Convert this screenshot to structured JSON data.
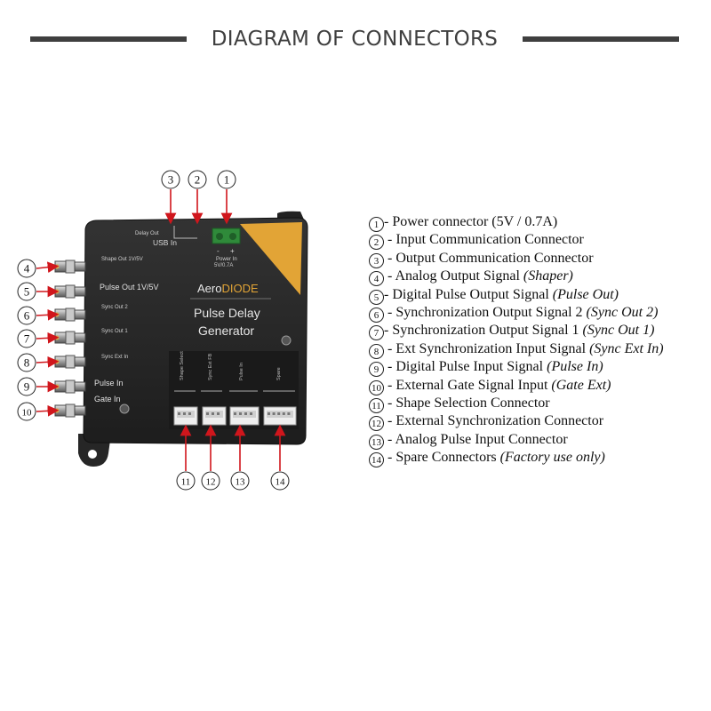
{
  "header": {
    "title": "DIAGRAM OF CONNECTORS"
  },
  "device": {
    "brand_left": "Aero",
    "brand_right": "DIODE",
    "title_line1": "Pulse Delay",
    "title_line2": "Generator",
    "top_labels": {
      "delay_out": "Delay Out",
      "usb_in": "USB In",
      "power_in_line1": "Power In",
      "power_in_line2": "5V/0.7A",
      "minus": "-",
      "plus": "+"
    },
    "side_labels": [
      "Shape Out 1V/5V",
      "Pulse Out 1V/5V",
      "Sync Out 2",
      "Sync Out 1",
      "Sync Ext In",
      "Pulse In",
      "Gate In"
    ],
    "bottom_labels": [
      "Shape Select",
      "Sync Ext FB",
      "Pulse In",
      "Spare"
    ]
  },
  "callouts": [
    "1",
    "2",
    "3",
    "4",
    "5",
    "6",
    "7",
    "8",
    "9",
    "10",
    "11",
    "12",
    "13",
    "14"
  ],
  "legend": [
    {
      "num": "1",
      "text": "- Power connector (5V / 0.7A)",
      "italic": ""
    },
    {
      "num": "2",
      "text": " - Input Communication Connector",
      "italic": ""
    },
    {
      "num": "3",
      "text": " - Output Communication Connector",
      "italic": ""
    },
    {
      "num": "4",
      "text": " - Analog    Output Signal ",
      "italic": "(Shaper)"
    },
    {
      "num": "5",
      "text": "- Digital Pulse Output Signal ",
      "italic": "(Pulse Out)"
    },
    {
      "num": "6",
      "text": " - Synchronization Output Signal 2 ",
      "italic": "(Sync Out 2)"
    },
    {
      "num": "7",
      "text": "- Synchronization Output Signal 1 ",
      "italic": "(Sync Out 1)"
    },
    {
      "num": "8",
      "text": " - Ext Synchronization Input Signal ",
      "italic": "(Sync Ext In)"
    },
    {
      "num": "9",
      "text": " - Digital Pulse Input Signal ",
      "italic": "(Pulse In)"
    },
    {
      "num": "10",
      "text": " - External Gate Signal Input ",
      "italic": "(Gate Ext)"
    },
    {
      "num": "11",
      "text": " - Shape Selection Connector",
      "italic": ""
    },
    {
      "num": "12",
      "text": " - External Synchronization Connector",
      "italic": ""
    },
    {
      "num": "13",
      "text": " - Analog     Pulse Input Connector",
      "italic": ""
    },
    {
      "num": "14",
      "text": " - Spare Connectors ",
      "italic": "(Factory use only)"
    }
  ],
  "colors": {
    "header": "#3f3f3f",
    "device_body": "#2b2b2b",
    "accent": "#e2a436",
    "arrow": "#d0161c",
    "terminal": "#2f8a3a"
  }
}
